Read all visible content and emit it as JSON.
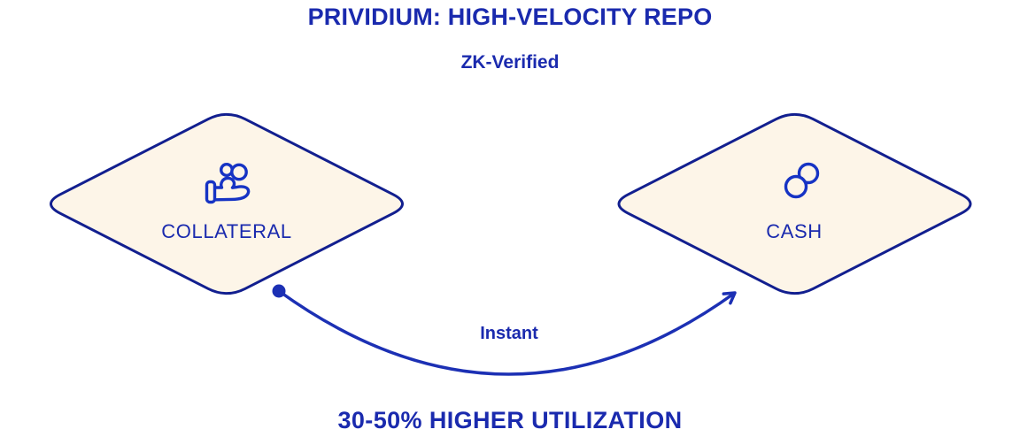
{
  "header": {
    "title": "PRIVIDIUM: HIGH-VELOCITY REPO",
    "subtitle": "ZK-Verified"
  },
  "nodes": {
    "collateral": {
      "label": "COLLATERAL",
      "icon": "hand-coins-icon"
    },
    "cash": {
      "label": "CASH",
      "icon": "coins-icon"
    }
  },
  "edge": {
    "label": "Instant",
    "from": "COLLATERAL",
    "to": "CASH"
  },
  "footer": {
    "caption": "30-50% HIGHER UTILIZATION"
  },
  "colors": {
    "text": "#1A2AAE",
    "node_border": "#121F8F",
    "node_fill": "#FDF5E8",
    "icon": "#1633C4",
    "arrow": "#1C30B4",
    "background": "#FFFFFF"
  }
}
